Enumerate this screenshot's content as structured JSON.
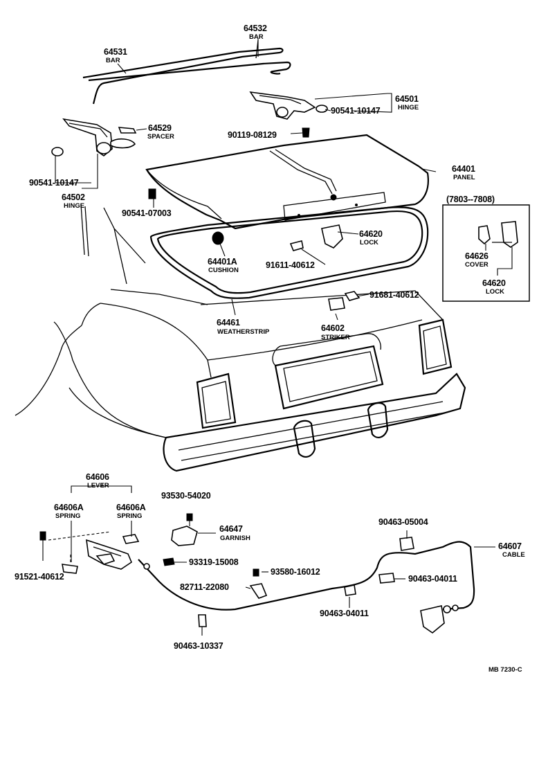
{
  "callouts": {
    "p64532": {
      "number": "64532",
      "name": "BAR"
    },
    "p64531": {
      "number": "64531",
      "name": "BAR"
    },
    "p64501": {
      "number": "64501",
      "name": "HINGE"
    },
    "p90541_10147_top": {
      "number": "90541-10147"
    },
    "p90119_08129": {
      "number": "90119-08129"
    },
    "p64529": {
      "number": "64529",
      "name": "SPACER"
    },
    "p90541_10147_left": {
      "number": "90541-10147"
    },
    "p64502": {
      "number": "64502",
      "name": "HINGE"
    },
    "p90541_07003": {
      "number": "90541-07003"
    },
    "p64401": {
      "number": "64401",
      "name": "PANEL"
    },
    "p64620": {
      "number": "64620",
      "name": "LOCK"
    },
    "p64401A": {
      "number": "64401A",
      "name": "CUSHION"
    },
    "p91611_40612": {
      "number": "91611-40612"
    },
    "p91681_40612": {
      "number": "91681-40612"
    },
    "p64461": {
      "number": "64461",
      "name": "WEATHERSTRIP"
    },
    "p64602": {
      "number": "64602",
      "name": "STRIKER"
    },
    "p64606": {
      "number": "64606",
      "name": "LEVER"
    },
    "p64606A_l": {
      "number": "64606A",
      "name": "SPRING"
    },
    "p64606A_r": {
      "number": "64606A",
      "name": "SPRING"
    },
    "p91521_40612": {
      "number": "91521-40612"
    },
    "p93530_54020": {
      "number": "93530-54020"
    },
    "p64647": {
      "number": "64647",
      "name": "GARNISH"
    },
    "p93319_15008": {
      "number": "93319-15008"
    },
    "p93580_16012": {
      "number": "93580-16012"
    },
    "p82711_22080": {
      "number": "82711-22080"
    },
    "p90463_10337": {
      "number": "90463-10337"
    },
    "p90463_05004": {
      "number": "90463-05004"
    },
    "p64607": {
      "number": "64607",
      "name": "CABLE"
    },
    "p90463_04011_r": {
      "number": "90463-04011"
    },
    "p90463_04011_b": {
      "number": "90463-04011"
    }
  },
  "inset": {
    "date_range": "(7803--7808)",
    "p64626": {
      "number": "64626",
      "name": "COVER"
    },
    "p64620": {
      "number": "64620",
      "name": "LOCK"
    }
  },
  "figure_code": "MB 7230-C"
}
